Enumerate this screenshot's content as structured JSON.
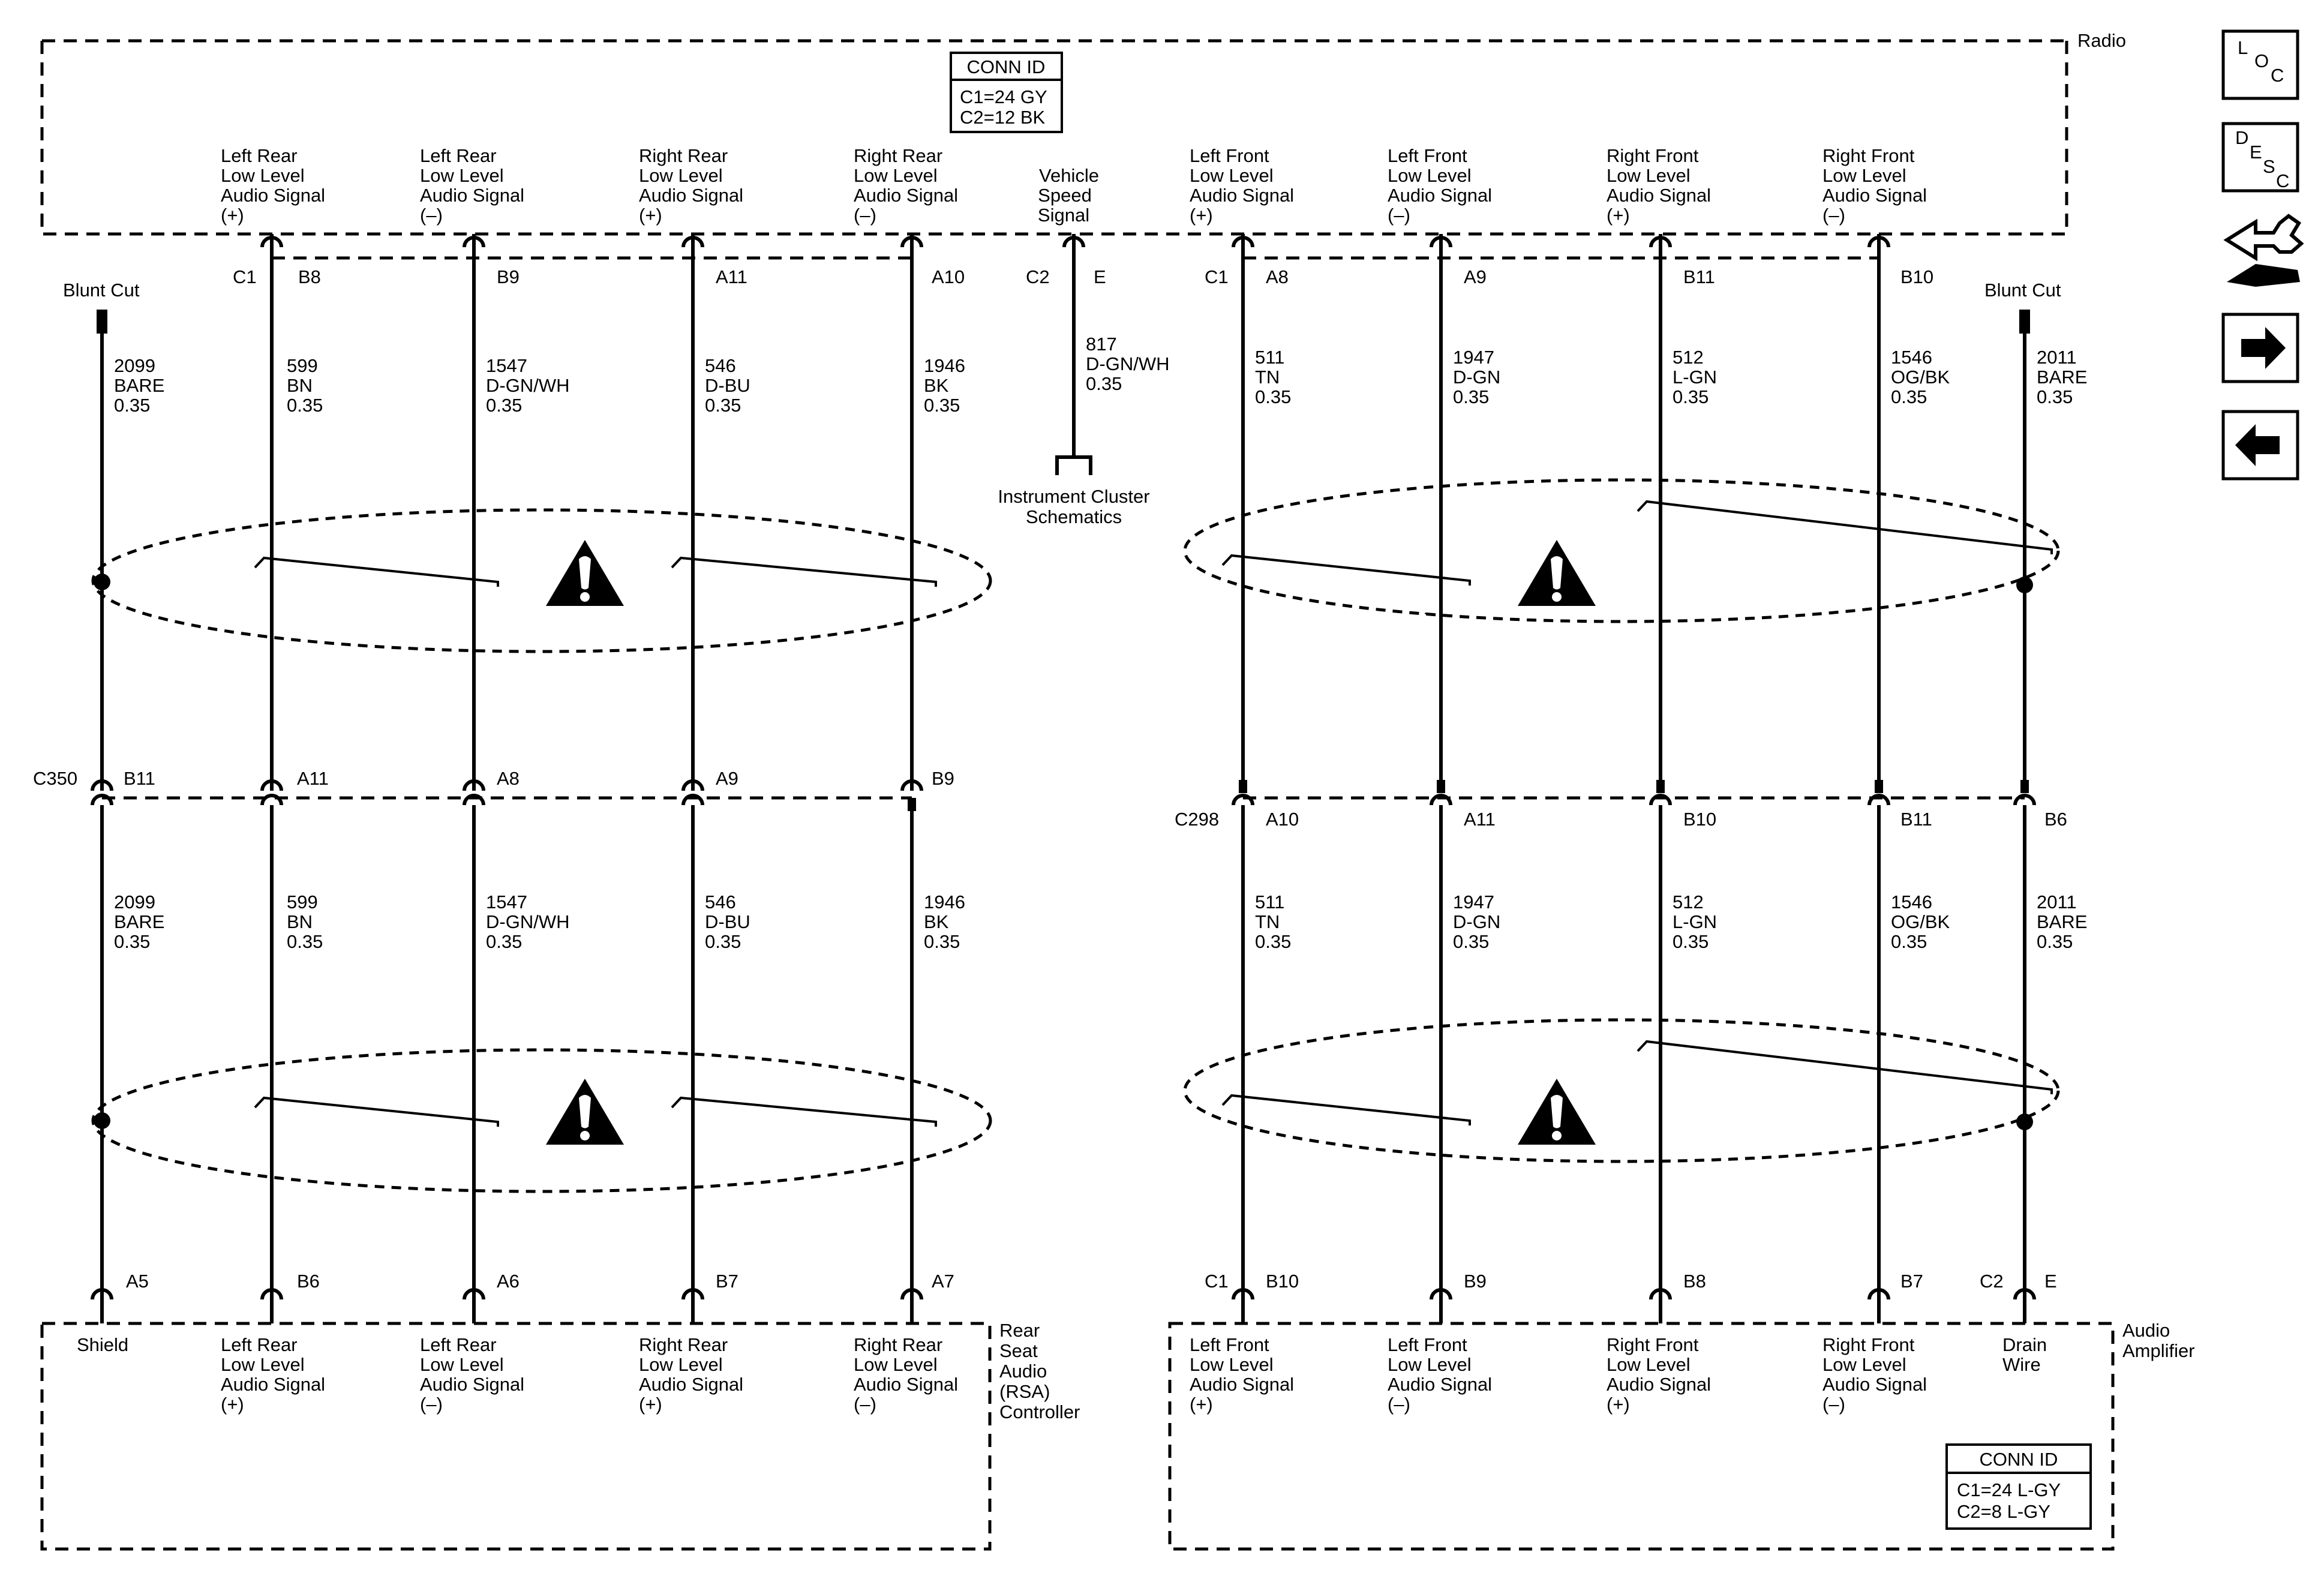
{
  "components": {
    "radio": "Radio",
    "rsa": [
      "Rear",
      "Seat",
      "Audio",
      "(RSA)",
      "Controller"
    ],
    "amp": [
      "Audio",
      "Amplifier"
    ],
    "instrument": [
      "Instrument Cluster",
      "Schematics"
    ]
  },
  "conn_id_radio": {
    "title": "CONN ID",
    "lines": [
      "C1=24 GY",
      "C2=12 BK"
    ]
  },
  "conn_id_amp": {
    "title": "CONN ID",
    "lines": [
      "C1=24 L-GY",
      "C2=8 L-GY"
    ]
  },
  "radio_pins": [
    [
      "Left Rear",
      "Low Level",
      "Audio Signal",
      "(+)"
    ],
    [
      "Left Rear",
      "Low Level",
      "Audio Signal",
      "(–)"
    ],
    [
      "Right Rear",
      "Low Level",
      "Audio Signal",
      "(+)"
    ],
    [
      "Right Rear",
      "Low Level",
      "Audio Signal",
      "(–)"
    ],
    [
      "Vehicle",
      "Speed",
      "Signal"
    ],
    [
      "Left Front",
      "Low Level",
      "Audio Signal",
      "(+)"
    ],
    [
      "Left Front",
      "Low Level",
      "Audio Signal",
      "(–)"
    ],
    [
      "Right Front",
      "Low Level",
      "Audio Signal",
      "(+)"
    ],
    [
      "Right Front",
      "Low Level",
      "Audio Signal",
      "(–)"
    ]
  ],
  "rsa_pins": [
    [
      "Shield"
    ],
    [
      "Left Rear",
      "Low Level",
      "Audio Signal",
      "(+)"
    ],
    [
      "Left Rear",
      "Low Level",
      "Audio Signal",
      "(–)"
    ],
    [
      "Right Rear",
      "Low Level",
      "Audio Signal",
      "(+)"
    ],
    [
      "Right Rear",
      "Low Level",
      "Audio Signal",
      "(–)"
    ]
  ],
  "amp_pins": [
    [
      "Left Front",
      "Low Level",
      "Audio Signal",
      "(+)"
    ],
    [
      "Left Front",
      "Low Level",
      "Audio Signal",
      "(–)"
    ],
    [
      "Right Front",
      "Low Level",
      "Audio Signal",
      "(+)"
    ],
    [
      "Right Front",
      "Low Level",
      "Audio Signal",
      "(–)"
    ],
    [
      "Drain",
      "Wire"
    ]
  ],
  "blunt_cut": "Blunt Cut",
  "connectors": {
    "c1": "C1",
    "c2": "C2",
    "c350": "C350",
    "c298": "C298",
    "radio_top": [
      "B8",
      "B9",
      "A11",
      "A10",
      "E",
      "A8",
      "A9",
      "B11",
      "B10"
    ],
    "c350_pins": [
      "B11",
      "A11",
      "A8",
      "A9",
      "B9"
    ],
    "c298_pins": [
      "A10",
      "A11",
      "B10",
      "B11",
      "B6"
    ],
    "rsa_bottom": [
      "A5",
      "B6",
      "A6",
      "B7",
      "A7"
    ],
    "amp_bottom": [
      "B10",
      "B9",
      "B8",
      "B7",
      "E"
    ]
  },
  "wires_upper": [
    [
      "2099",
      "BARE",
      "0.35"
    ],
    [
      "599",
      "BN",
      "0.35"
    ],
    [
      "1547",
      "D-GN/WH",
      "0.35"
    ],
    [
      "546",
      "D-BU",
      "0.35"
    ],
    [
      "1946",
      "BK",
      "0.35"
    ],
    [
      "817",
      "D-GN/WH",
      "0.35"
    ],
    [
      "511",
      "TN",
      "0.35"
    ],
    [
      "1947",
      "D-GN",
      "0.35"
    ],
    [
      "512",
      "L-GN",
      "0.35"
    ],
    [
      "1546",
      "OG/BK",
      "0.35"
    ],
    [
      "2011",
      "BARE",
      "0.35"
    ]
  ],
  "wires_lower": [
    [
      "2099",
      "BARE",
      "0.35"
    ],
    [
      "599",
      "BN",
      "0.35"
    ],
    [
      "1547",
      "D-GN/WH",
      "0.35"
    ],
    [
      "546",
      "D-BU",
      "0.35"
    ],
    [
      "1946",
      "BK",
      "0.35"
    ],
    [
      "511",
      "TN",
      "0.35"
    ],
    [
      "1947",
      "D-GN",
      "0.35"
    ],
    [
      "512",
      "L-GN",
      "0.35"
    ],
    [
      "1546",
      "OG/BK",
      "0.35"
    ],
    [
      "2011",
      "BARE",
      "0.35"
    ]
  ],
  "nav": {
    "loc": [
      "L",
      "O",
      "C"
    ],
    "desc": [
      "D",
      "E",
      "S",
      "C"
    ]
  }
}
